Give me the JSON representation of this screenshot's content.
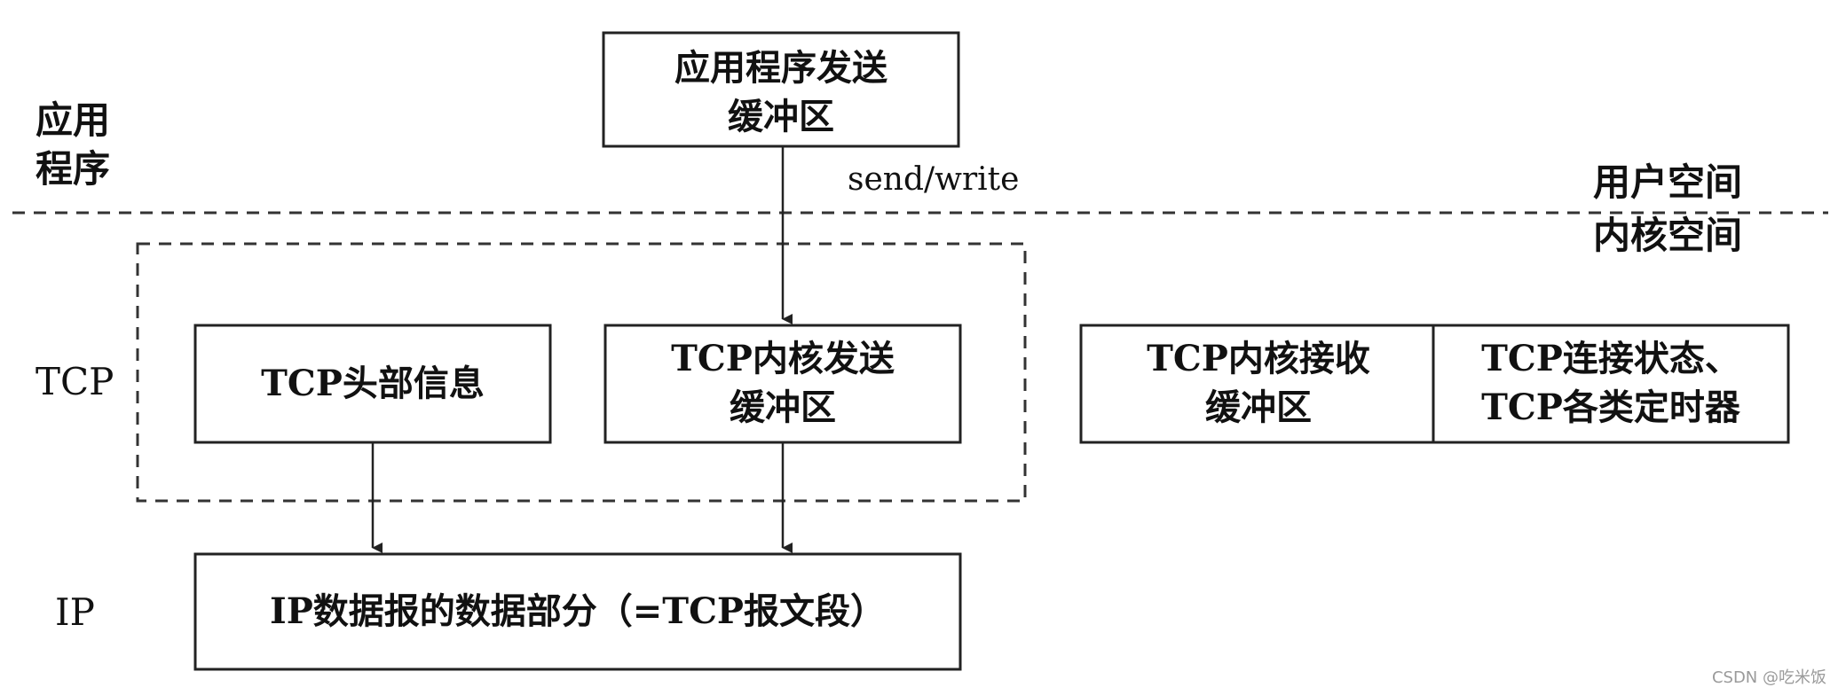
{
  "layers": {
    "app": [
      "应用",
      "程序"
    ],
    "tcp": "TCP",
    "ip": "IP"
  },
  "boundary": {
    "user_space": "用户空间",
    "kernel_space": "内核空间"
  },
  "call_label": "send/write",
  "boxes": {
    "app_send_buffer": [
      "应用程序发送",
      "缓冲区"
    ],
    "tcp_header": [
      "TCP头部信息"
    ],
    "tcp_kernel_send": [
      "TCP内核发送",
      "缓冲区"
    ],
    "tcp_kernel_recv": [
      "TCP内核接收",
      "缓冲区"
    ],
    "tcp_state_timers": [
      "TCP连接状态、",
      "TCP各类定时器"
    ],
    "ip_payload": [
      "IP数据报的数据部分（=TCP报文段）"
    ]
  },
  "watermark": "CSDN @吃米饭",
  "colors": {
    "line": "#222222",
    "background": "#ffffff",
    "watermark": "#9a9a9a"
  }
}
